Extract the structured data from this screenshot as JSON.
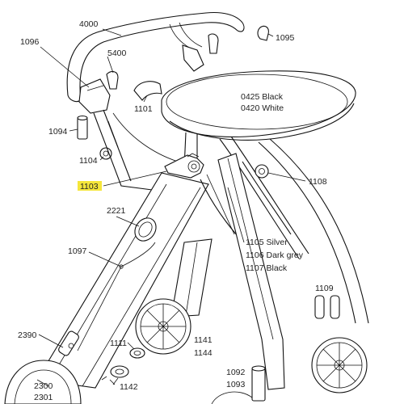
{
  "colors": {
    "highlight": "#f5e63b",
    "line": "#111111"
  },
  "highlight_part": "1103",
  "callouts": {
    "p4000": "4000",
    "p1096": "1096",
    "p5400": "5400",
    "p1095": "1095",
    "p1101": "1101",
    "p1094": "1094",
    "p1104": "1104",
    "p1103": "1103",
    "p1108": "1108",
    "p2221": "2221",
    "p1097": "1097",
    "p2390": "2390",
    "p1111": "1111",
    "p1142": "1142",
    "p1141": "1141",
    "p1144": "1144",
    "p1109": "1109",
    "p1092": "1092",
    "p1093": "1093",
    "p2300": "2300",
    "p2301": "2301"
  },
  "seat_labels": [
    "0425 Black",
    "0420 White"
  ],
  "frame_labels": [
    "1105  Silver",
    "1106  Dark grey",
    "1107  Black"
  ]
}
